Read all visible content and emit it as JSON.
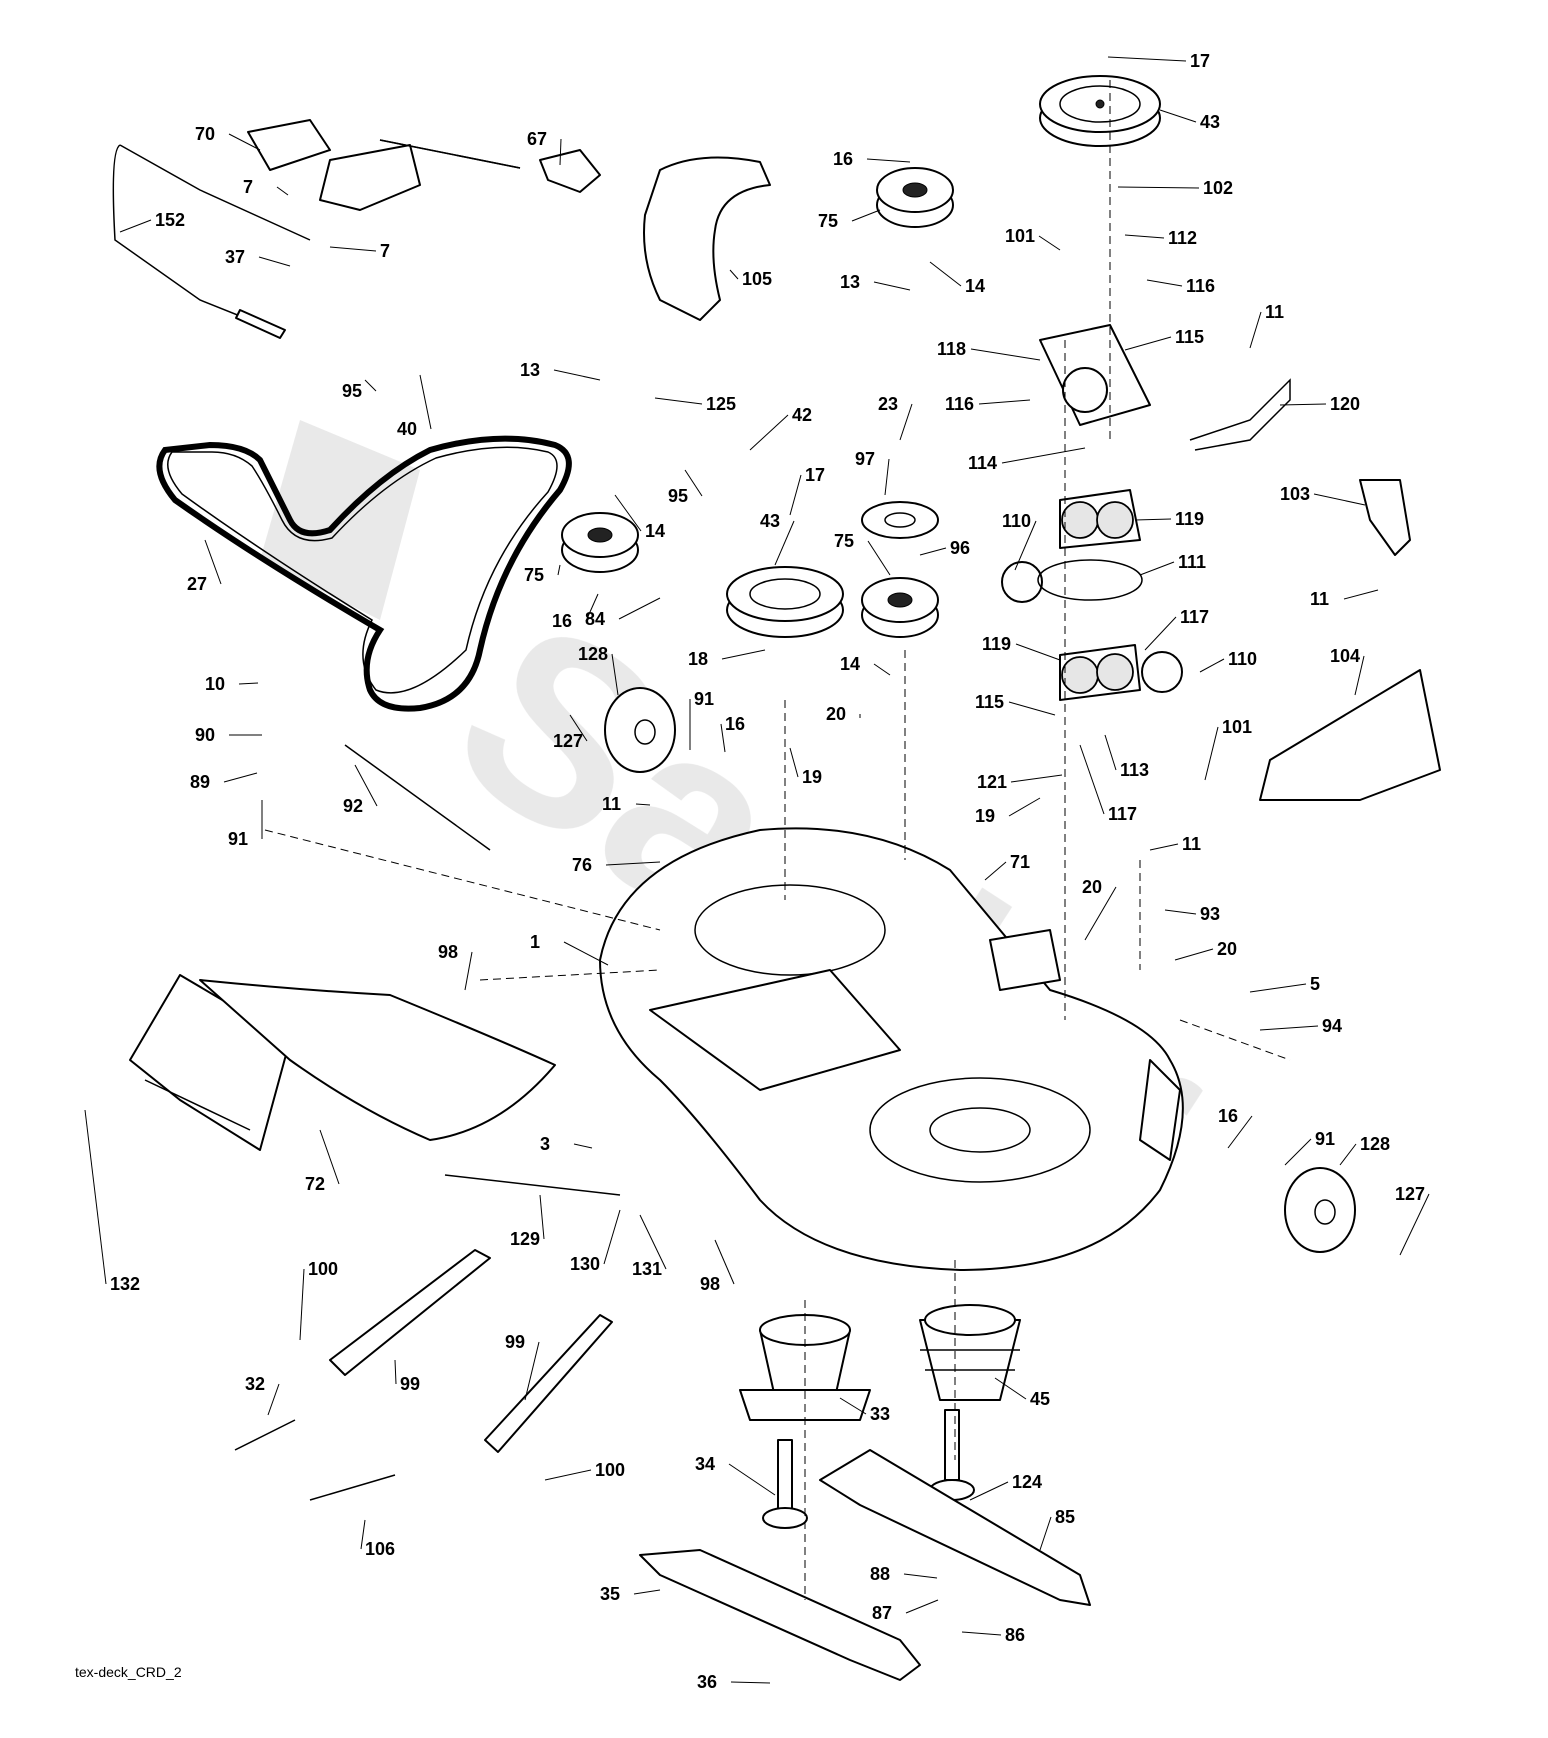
{
  "diagram": {
    "drawing_code": "tex-deck_CRD_2",
    "watermark": "Sardar",
    "callouts": [
      "1",
      "3",
      "5",
      "7",
      "10",
      "11",
      "13",
      "14",
      "16",
      "17",
      "18",
      "19",
      "20",
      "23",
      "27",
      "32",
      "33",
      "34",
      "35",
      "36",
      "37",
      "40",
      "42",
      "43",
      "45",
      "67",
      "70",
      "71",
      "72",
      "75",
      "76",
      "84",
      "85",
      "86",
      "87",
      "88",
      "89",
      "90",
      "91",
      "92",
      "93",
      "94",
      "95",
      "96",
      "97",
      "98",
      "99",
      "100",
      "101",
      "102",
      "103",
      "104",
      "105",
      "106",
      "110",
      "111",
      "112",
      "113",
      "114",
      "115",
      "116",
      "117",
      "118",
      "119",
      "120",
      "121",
      "124",
      "125",
      "127",
      "128",
      "129",
      "130",
      "131",
      "132",
      "152"
    ]
  }
}
